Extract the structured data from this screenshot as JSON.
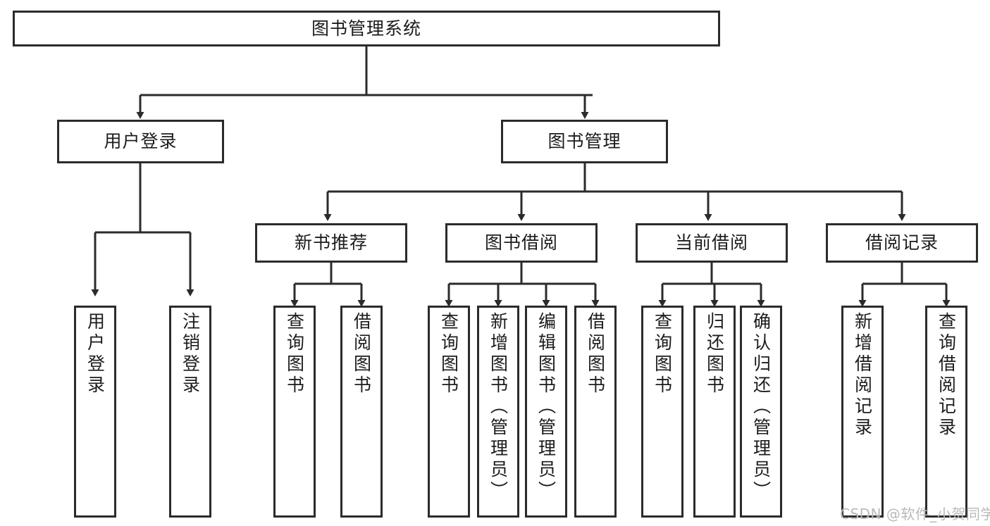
{
  "diagram": {
    "title": "图书管理系统",
    "type": "tree-hierarchy-chart",
    "watermark": "CSDN @软件_小贺同学",
    "colors": {
      "stroke": "#2b2b2b",
      "fill": "#ffffff",
      "text": "#1c1c1c",
      "watermark": "#b9b9b9"
    },
    "levels": {
      "root": {
        "label": "图书管理系统"
      },
      "level2": [
        {
          "id": "user-login",
          "label": "用户登录"
        },
        {
          "id": "book-management",
          "label": "图书管理"
        }
      ],
      "level3": [
        {
          "id": "new-book-recommend",
          "label": "新书推荐"
        },
        {
          "id": "book-borrow",
          "label": "图书借阅"
        },
        {
          "id": "current-borrow",
          "label": "当前借阅"
        },
        {
          "id": "borrow-record",
          "label": "借阅记录"
        }
      ],
      "leaves": {
        "user-login": [
          {
            "id": "leaf-user-login",
            "label": "用户登录"
          },
          {
            "id": "leaf-logout-login",
            "label": "注销登录"
          }
        ],
        "new-book-recommend": [
          {
            "id": "leaf-query-book-1",
            "label": "查询图书"
          },
          {
            "id": "leaf-borrow-book-1",
            "label": "借阅图书"
          }
        ],
        "book-borrow": [
          {
            "id": "leaf-query-book-2",
            "label": "查询图书"
          },
          {
            "id": "leaf-add-book-admin",
            "label": "新增图书（管理员）"
          },
          {
            "id": "leaf-edit-book-admin",
            "label": "编辑图书（管理员）"
          },
          {
            "id": "leaf-borrow-book-2",
            "label": "借阅图书"
          }
        ],
        "current-borrow": [
          {
            "id": "leaf-query-book-3",
            "label": "查询图书"
          },
          {
            "id": "leaf-return-book",
            "label": "归还图书"
          },
          {
            "id": "leaf-confirm-return-admin",
            "label": "确认归还（管理员）"
          }
        ],
        "borrow-record": [
          {
            "id": "leaf-add-borrow-record",
            "label": "新增借阅记录"
          },
          {
            "id": "leaf-query-borrow-record",
            "label": "查询借阅记录"
          }
        ]
      }
    }
  },
  "chart_data": {
    "type": "table",
    "title": "图书管理系统",
    "nodes": [
      {
        "level": 1,
        "label": "图书管理系统",
        "parent": null
      },
      {
        "level": 2,
        "label": "用户登录",
        "parent": "图书管理系统"
      },
      {
        "level": 2,
        "label": "图书管理",
        "parent": "图书管理系统"
      },
      {
        "level": 3,
        "label": "用户登录",
        "parent": "用户登录"
      },
      {
        "level": 3,
        "label": "注销登录",
        "parent": "用户登录"
      },
      {
        "level": 3,
        "label": "新书推荐",
        "parent": "图书管理"
      },
      {
        "level": 3,
        "label": "图书借阅",
        "parent": "图书管理"
      },
      {
        "level": 3,
        "label": "当前借阅",
        "parent": "图书管理"
      },
      {
        "level": 3,
        "label": "借阅记录",
        "parent": "图书管理"
      },
      {
        "level": 4,
        "label": "查询图书",
        "parent": "新书推荐"
      },
      {
        "level": 4,
        "label": "借阅图书",
        "parent": "新书推荐"
      },
      {
        "level": 4,
        "label": "查询图书",
        "parent": "图书借阅"
      },
      {
        "level": 4,
        "label": "新增图书（管理员）",
        "parent": "图书借阅"
      },
      {
        "level": 4,
        "label": "编辑图书（管理员）",
        "parent": "图书借阅"
      },
      {
        "level": 4,
        "label": "借阅图书",
        "parent": "图书借阅"
      },
      {
        "level": 4,
        "label": "查询图书",
        "parent": "当前借阅"
      },
      {
        "level": 4,
        "label": "归还图书",
        "parent": "当前借阅"
      },
      {
        "level": 4,
        "label": "确认归还（管理员）",
        "parent": "当前借阅"
      },
      {
        "level": 4,
        "label": "新增借阅记录",
        "parent": "借阅记录"
      },
      {
        "level": 4,
        "label": "查询借阅记录",
        "parent": "借阅记录"
      }
    ]
  }
}
